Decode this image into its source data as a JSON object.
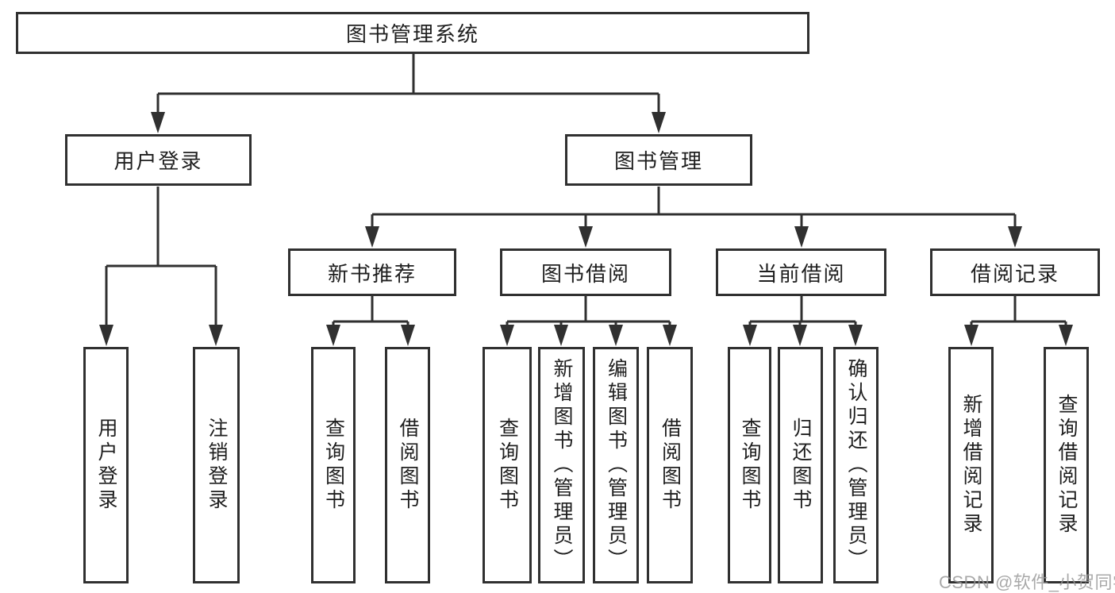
{
  "diagram": {
    "title": "图书管理系统",
    "branches": [
      {
        "label": "用户登录",
        "children": [
          {
            "label": "用户登录"
          },
          {
            "label": "注销登录"
          }
        ]
      },
      {
        "label": "图书管理",
        "children": [
          {
            "label": "新书推荐",
            "children": [
              {
                "label": "查询图书"
              },
              {
                "label": "借阅图书"
              }
            ]
          },
          {
            "label": "图书借阅",
            "children": [
              {
                "label": "查询图书"
              },
              {
                "label": "新增图书（管理员）"
              },
              {
                "label": "编辑图书（管理员）"
              },
              {
                "label": "借阅图书"
              }
            ]
          },
          {
            "label": "当前借阅",
            "children": [
              {
                "label": "查询图书"
              },
              {
                "label": "归还图书"
              },
              {
                "label": "确认归还（管理员）"
              }
            ]
          },
          {
            "label": "借阅记录",
            "children": [
              {
                "label": "新增借阅记录"
              },
              {
                "label": "查询借阅记录"
              }
            ]
          }
        ]
      }
    ]
  },
  "watermark": "CSDN @软件_小贺同学",
  "colors": {
    "line": "#303030",
    "text": "#1f1f1f",
    "watermark": "#969696"
  }
}
